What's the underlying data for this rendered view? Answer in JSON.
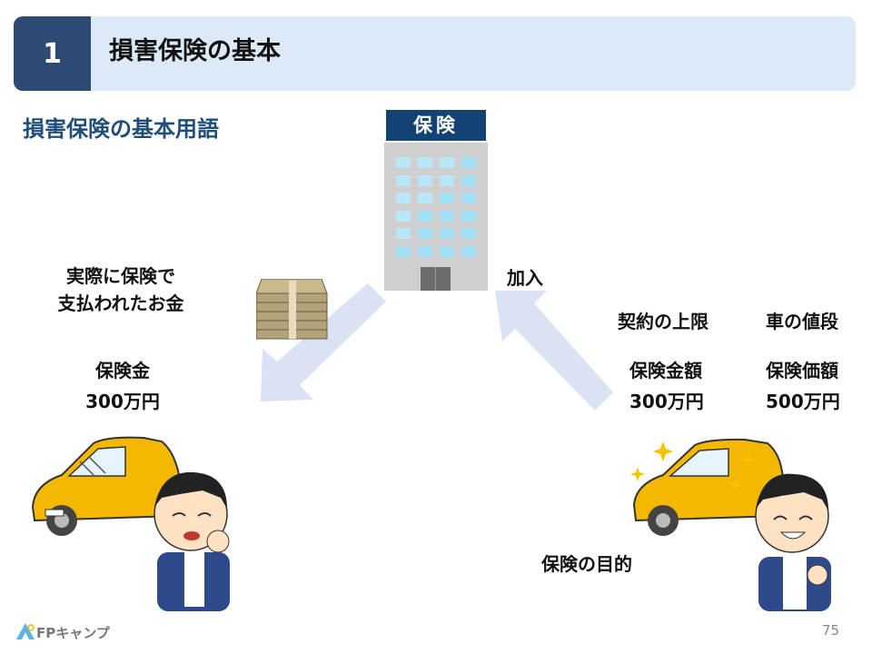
{
  "header": {
    "number": "1",
    "title": "損害保険の基本"
  },
  "subtitle": "損害保険の基本用語",
  "building": {
    "label": "保険"
  },
  "left": {
    "desc_line1": "実際に保険で",
    "desc_line2": "支払われたお金",
    "term": "保険金",
    "amount": "300万円"
  },
  "join_label": "加入",
  "right": {
    "limit_label": "契約の上限",
    "price_label": "車の値段",
    "insured_amount_term": "保険金額",
    "insured_amount": "300万円",
    "insured_value_term": "保険価額",
    "insured_value": "500万円",
    "purpose_label": "保険の目的"
  },
  "footer": {
    "logo": "FPキャンプ",
    "page": "75"
  },
  "colors": {
    "accent": "#2d4a75",
    "header_bg": "#dce9f8",
    "arrow": "#dae3f3",
    "car": "#f5b800"
  }
}
